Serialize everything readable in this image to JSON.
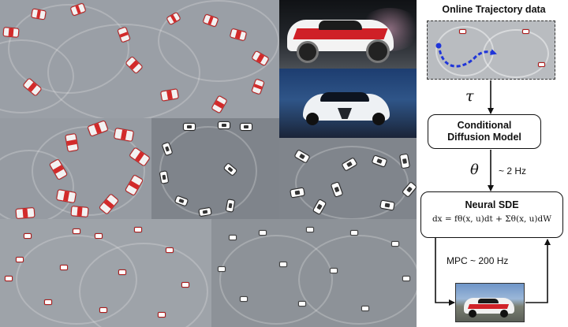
{
  "diagram": {
    "header": "Online Trajectory data",
    "tau_symbol": "τ",
    "theta_symbol": "θ",
    "rate_label": "~ 2 Hz",
    "diffusion": {
      "line1": "Conditional",
      "line2": "Diffusion Model"
    },
    "sde": {
      "title": "Neural SDE",
      "equation": "dx = fθ(x, u)dt + Σθ(x, u)dW"
    },
    "mpc_label": "MPC ~ 200 Hz"
  },
  "colors": {
    "trajectory_blue": "#1f35d9",
    "arrow": "#111111",
    "livery_red": "#c21e1e",
    "tarmac": "#8f949a"
  }
}
